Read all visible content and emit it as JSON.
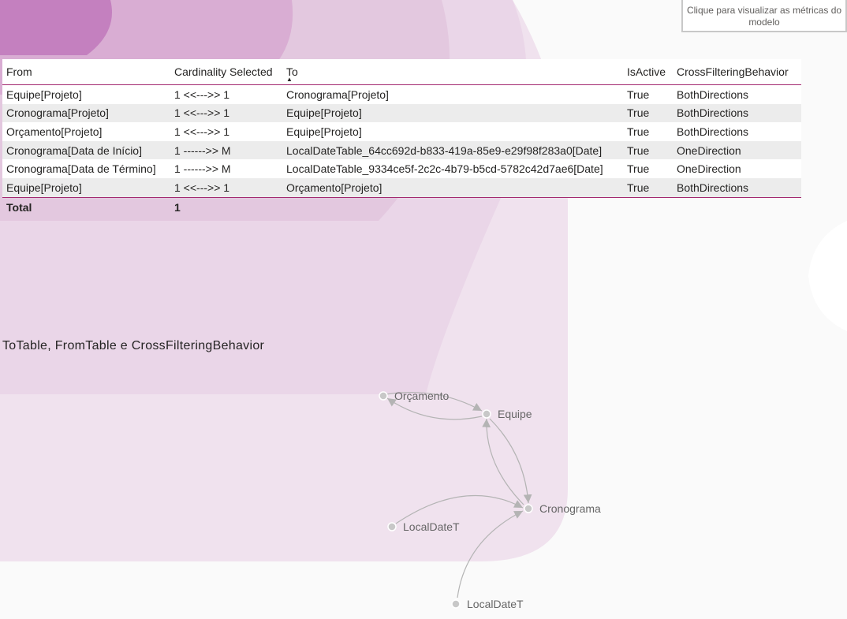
{
  "metrics_button": {
    "label": "Clique para visualizar as métricas do modelo"
  },
  "table": {
    "headers": [
      "From",
      "Cardinality Selected",
      "To",
      "IsActive",
      "CrossFilteringBehavior"
    ],
    "rows": [
      [
        "Equipe[Projeto]",
        "1 <<--->> 1",
        "Cronograma[Projeto]",
        "True",
        "BothDirections"
      ],
      [
        "Cronograma[Projeto]",
        "1 <<--->> 1",
        "Equipe[Projeto]",
        "True",
        "BothDirections"
      ],
      [
        "Orçamento[Projeto]",
        "1 <<--->> 1",
        "Equipe[Projeto]",
        "True",
        "BothDirections"
      ],
      [
        "Cronograma[Data de Início]",
        "1 ------>> M",
        "LocalDateTable_64cc692d-b833-419a-85e9-e29f98f283a0[Date]",
        "True",
        "OneDirection"
      ],
      [
        "Cronograma[Data de Término]",
        "1 ------>> M",
        "LocalDateTable_9334ce5f-2c2c-4b79-b5cd-5782c42d7ae6[Date]",
        "True",
        "OneDirection"
      ],
      [
        "Equipe[Projeto]",
        "1 <<--->> 1",
        "Orçamento[Projeto]",
        "True",
        "BothDirections"
      ]
    ],
    "total": {
      "label": "Total",
      "value": "1"
    }
  },
  "graph": {
    "title": "ToTable, FromTable e CrossFilteringBehavior",
    "nodes": [
      {
        "id": "orcamento",
        "label": "Orçamento"
      },
      {
        "id": "equipe",
        "label": "Equipe"
      },
      {
        "id": "cronograma",
        "label": "Cronograma"
      },
      {
        "id": "localdate1",
        "label": "LocalDateT"
      },
      {
        "id": "localdate2",
        "label": "LocalDateT"
      }
    ],
    "edges": [
      {
        "from": "orcamento",
        "to": "equipe"
      },
      {
        "from": "equipe",
        "to": "orcamento"
      },
      {
        "from": "equipe",
        "to": "cronograma"
      },
      {
        "from": "cronograma",
        "to": "equipe"
      },
      {
        "from": "localdate1",
        "to": "cronograma"
      },
      {
        "from": "localdate2",
        "to": "cronograma"
      }
    ]
  },
  "colors": {
    "accent": "#a3286f",
    "row_alt": "#ececec",
    "node": "#c8c8c8",
    "edge": "#b4b4b4"
  }
}
